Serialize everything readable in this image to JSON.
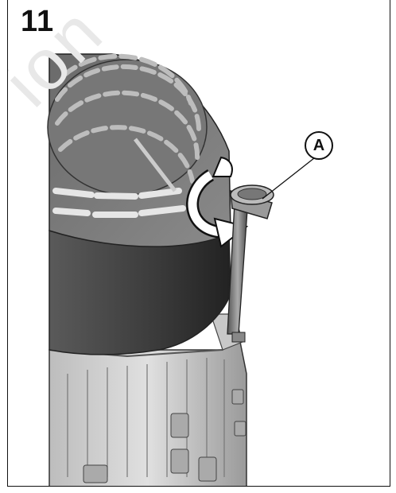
{
  "step": {
    "number": "11"
  },
  "callout": {
    "label": "A"
  },
  "watermark": {
    "text": "ion"
  },
  "colors": {
    "frame": "#111111",
    "engine_dark": "#3a3a3a",
    "engine_light": "#cfcfcf"
  }
}
